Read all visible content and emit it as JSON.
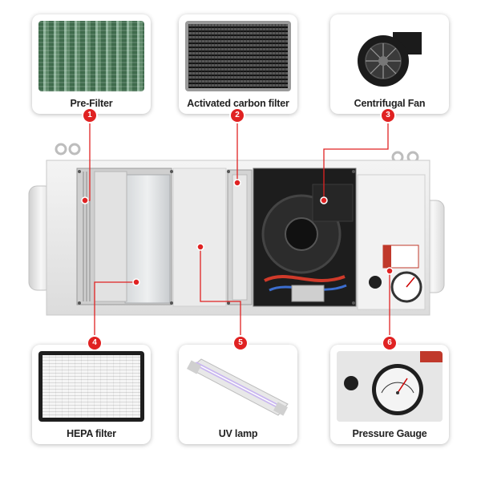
{
  "components": [
    {
      "num": "1",
      "label": "Pre-Filter"
    },
    {
      "num": "2",
      "label": "Activated carbon filter"
    },
    {
      "num": "3",
      "label": "Centrifugal Fan"
    },
    {
      "num": "4",
      "label": "HEPA filter"
    },
    {
      "num": "5",
      "label": "UV lamp"
    },
    {
      "num": "6",
      "label": "Pressure Gauge"
    }
  ],
  "colors": {
    "callout": "#e02222",
    "housing": "#eeeeee",
    "filter_green": "#5f8a6a"
  }
}
